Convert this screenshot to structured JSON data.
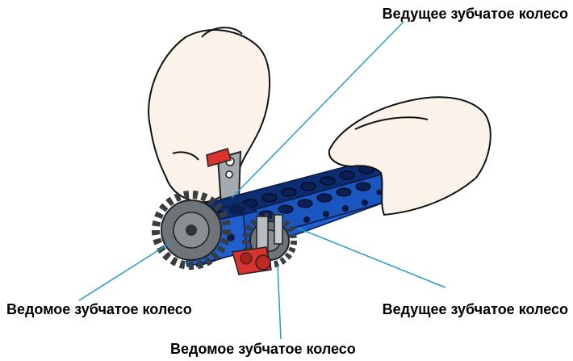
{
  "labels": {
    "driving_gear_top": "Ведущее зубчатое колесо",
    "driven_gear_left": "Ведомое зубчатое колесо",
    "driving_gear_right": "Ведущее зубчатое колесо",
    "driven_gear_bottom": "Ведомое зубчатое колесо"
  },
  "colors": {
    "leader_line": "#2a9bc4",
    "beam_blue": "#1f5fd0",
    "beam_dark": "#0d2d73",
    "gear_gray": "#6f7478",
    "gear_dark": "#3a3d40",
    "axle_red": "#d8332c",
    "hand_fill": "#fbf3ea"
  }
}
